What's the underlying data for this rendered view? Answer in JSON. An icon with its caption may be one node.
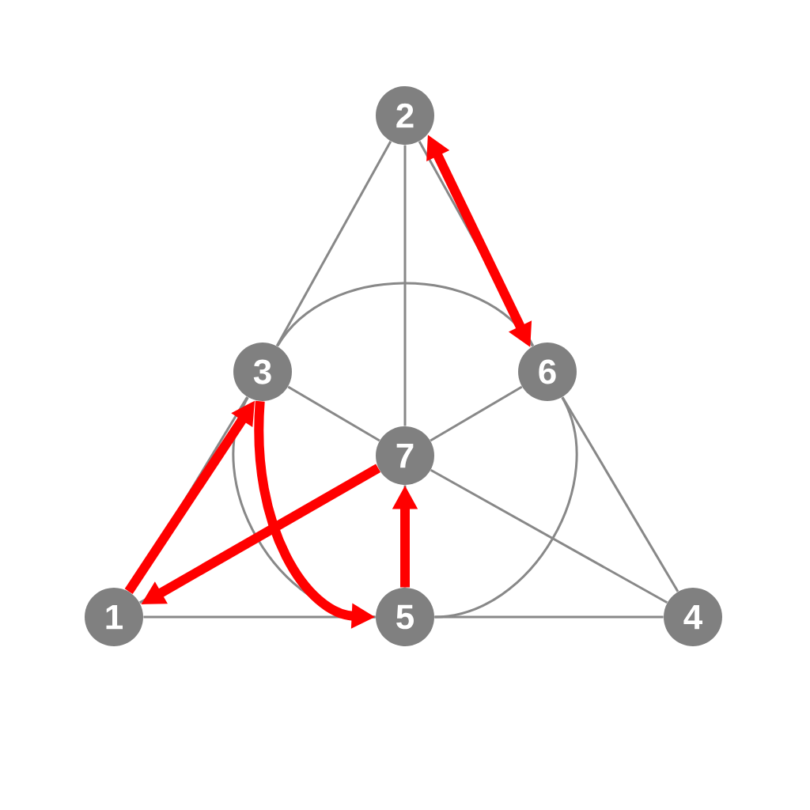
{
  "diagram": {
    "nodes": [
      {
        "text": [
          "1"
        ]
      },
      {
        "text": [
          "2"
        ]
      },
      {
        "text": [
          "3"
        ]
      },
      {
        "text": [
          "4"
        ]
      },
      {
        "text": [
          "5"
        ]
      },
      {
        "text": [
          "6"
        ]
      },
      {
        "text": [
          "7"
        ]
      }
    ],
    "edges": [
      {
        "from": 0,
        "to": 2,
        "arrow": "none"
      },
      {
        "from": 2,
        "to": 1,
        "arrow": "none"
      },
      {
        "from": 1,
        "to": 5,
        "arrow": "none"
      },
      {
        "from": 5,
        "to": 3,
        "arrow": "none"
      },
      {
        "from": 0,
        "to": 4,
        "arrow": "none"
      },
      {
        "from": 4,
        "to": 3,
        "arrow": "none"
      },
      {
        "from": 1,
        "to": 6,
        "arrow": "none"
      },
      {
        "from": 6,
        "to": 4,
        "arrow": "none"
      },
      {
        "from": 0,
        "to": 6,
        "arrow": "none"
      },
      {
        "from": 6,
        "to": 5,
        "arrow": "none"
      },
      {
        "from": 2,
        "to": 6,
        "arrow": "none"
      },
      {
        "from": 6,
        "to": 3,
        "arrow": "none"
      },
      {
        "from": 2,
        "to": 5,
        "arrow": "none"
      },
      {
        "from": 5,
        "to": 4,
        "arrow": "none"
      },
      {
        "from": 4,
        "to": 2,
        "arrow": "none"
      },
      {
        "from": 0,
        "to": 2,
        "arrow": "to",
        "style": "thick",
        "color": "#ff0000"
      },
      {
        "from": 1,
        "to": 5,
        "arrow": "both",
        "style": "thick",
        "color": "#ff0000"
      },
      {
        "from": 6,
        "to": 0,
        "arrow": "to",
        "style": "thick",
        "color": "#ff0000"
      },
      {
        "from": 2,
        "to": 4,
        "arrow": "to",
        "style": "thick",
        "color": "#ff0000"
      },
      {
        "from": 4,
        "to": 6,
        "arrow": "to",
        "style": "thick",
        "color": "#ff0000"
      }
    ]
  }
}
